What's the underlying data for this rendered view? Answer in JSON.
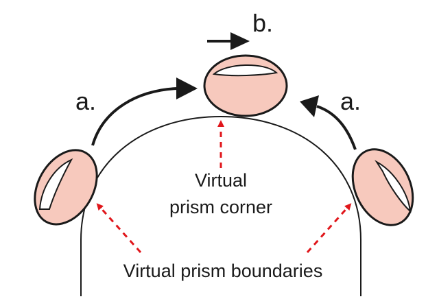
{
  "labels": {
    "left_arrow": "a.",
    "right_arrow": "a.",
    "top_arrow": "b.",
    "corner_line1": "Virtual",
    "corner_line2": "prism corner",
    "boundaries": "Virtual prism boundaries"
  },
  "colors": {
    "body_fill": "#f7c9bd",
    "outline": "#1a1a1a",
    "highlight": "#ffffff",
    "pointer_arrow": "#e0161b",
    "motion_arrow": "#1a1a1a"
  }
}
